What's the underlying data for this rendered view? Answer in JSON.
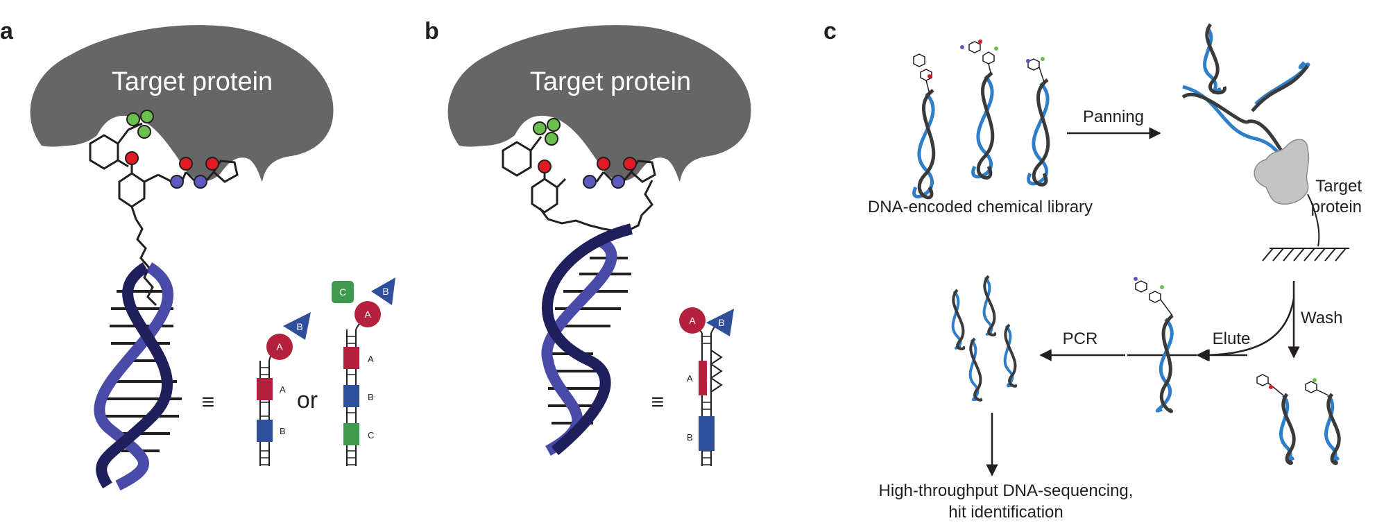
{
  "panels": {
    "a": {
      "label": "a",
      "protein": "Target protein",
      "equiv": "≡",
      "or": "or",
      "bb_a": "A",
      "bb_b": "B",
      "bb_c": "C",
      "code_a": "A",
      "code_b": "B",
      "code_c": "C"
    },
    "b": {
      "label": "b",
      "protein": "Target protein",
      "equiv": "≡",
      "bb_a": "A",
      "bb_b": "B",
      "code_a": "A",
      "code_b": "B"
    },
    "c": {
      "label": "c",
      "library": "DNA-encoded chemical library",
      "panning": "Panning",
      "target_line1": "Target",
      "target_line2": "protein",
      "wash": "Wash",
      "elute": "Elute",
      "pcr": "PCR",
      "result_line1": "High-throughput DNA-sequencing,",
      "result_line2": "hit identification"
    }
  },
  "colors": {
    "protein": "#666666",
    "dna_dark": "#1f1f5c",
    "dna_light": "#4a4aa8",
    "dna_blue": "#2e7ec9",
    "bb_red": "#b5213d",
    "bb_blue": "#2f4f9a",
    "bb_green": "#3f9a4f",
    "atom_red": "#e01b24",
    "atom_blue": "#5b5bc0",
    "atom_green": "#6bbf4f"
  },
  "icons": [
    "dna-helix-icon",
    "protein-blob-icon",
    "immobilized-protein-icon",
    "molecule-icon"
  ]
}
